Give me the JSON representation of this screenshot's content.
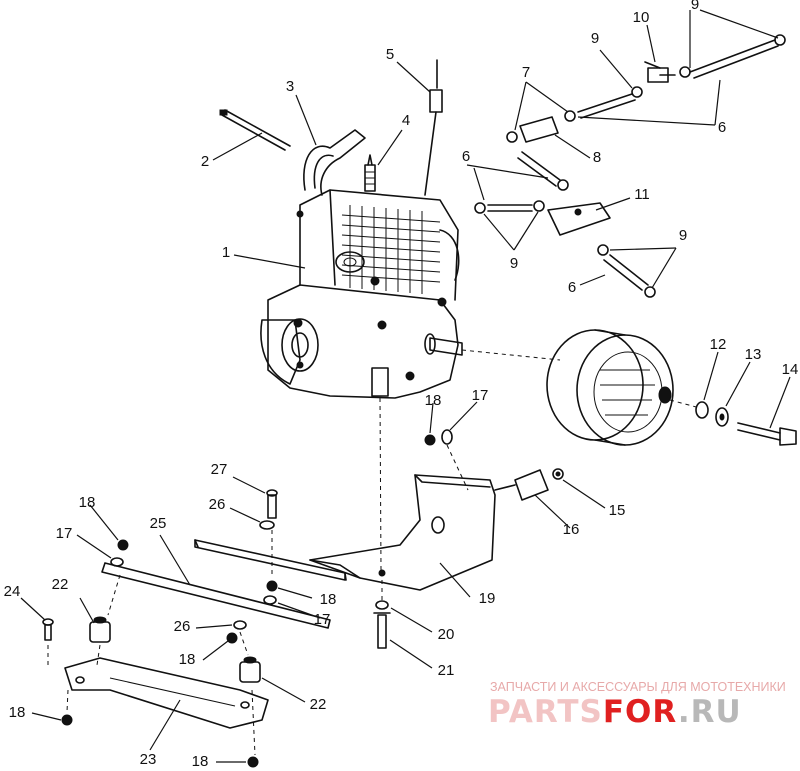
{
  "callouts": [
    {
      "id": "c1",
      "num": "1"
    },
    {
      "id": "c2",
      "num": "2"
    },
    {
      "id": "c3",
      "num": "3"
    },
    {
      "id": "c4",
      "num": "4"
    },
    {
      "id": "c5",
      "num": "5"
    },
    {
      "id": "c6a",
      "num": "6"
    },
    {
      "id": "c6b",
      "num": "6"
    },
    {
      "id": "c6c",
      "num": "6"
    },
    {
      "id": "c7",
      "num": "7"
    },
    {
      "id": "c8",
      "num": "8"
    },
    {
      "id": "c9a",
      "num": "9"
    },
    {
      "id": "c9b",
      "num": "9"
    },
    {
      "id": "c9c",
      "num": "9"
    },
    {
      "id": "c9d",
      "num": "9"
    },
    {
      "id": "c10",
      "num": "10"
    },
    {
      "id": "c11",
      "num": "11"
    },
    {
      "id": "c12",
      "num": "12"
    },
    {
      "id": "c13",
      "num": "13"
    },
    {
      "id": "c14",
      "num": "14"
    },
    {
      "id": "c15",
      "num": "15"
    },
    {
      "id": "c16",
      "num": "16"
    },
    {
      "id": "c17a",
      "num": "17"
    },
    {
      "id": "c17b",
      "num": "17"
    },
    {
      "id": "c17c",
      "num": "17"
    },
    {
      "id": "c18a",
      "num": "18"
    },
    {
      "id": "c18b",
      "num": "18"
    },
    {
      "id": "c18c",
      "num": "18"
    },
    {
      "id": "c18d",
      "num": "18"
    },
    {
      "id": "c18e",
      "num": "18"
    },
    {
      "id": "c18f",
      "num": "18"
    },
    {
      "id": "c19",
      "num": "19"
    },
    {
      "id": "c20",
      "num": "20"
    },
    {
      "id": "c21",
      "num": "21"
    },
    {
      "id": "c22a",
      "num": "22"
    },
    {
      "id": "c22b",
      "num": "22"
    },
    {
      "id": "c23",
      "num": "23"
    },
    {
      "id": "c24",
      "num": "24"
    },
    {
      "id": "c25",
      "num": "25"
    },
    {
      "id": "c26a",
      "num": "26"
    },
    {
      "id": "c26b",
      "num": "26"
    },
    {
      "id": "c27",
      "num": "27"
    }
  ],
  "watermark": {
    "tagline": "ЗАПЧАСТИ И АКСЕССУАРЫ ДЛЯ МОТОТЕХНИКИ",
    "logo_part1": "PARTS",
    "logo_part2": "FOR",
    "logo_part3": ".RU",
    "color_light": "#f2c4c4",
    "color_red": "#e02020",
    "color_dark": "#b8b8b8"
  }
}
